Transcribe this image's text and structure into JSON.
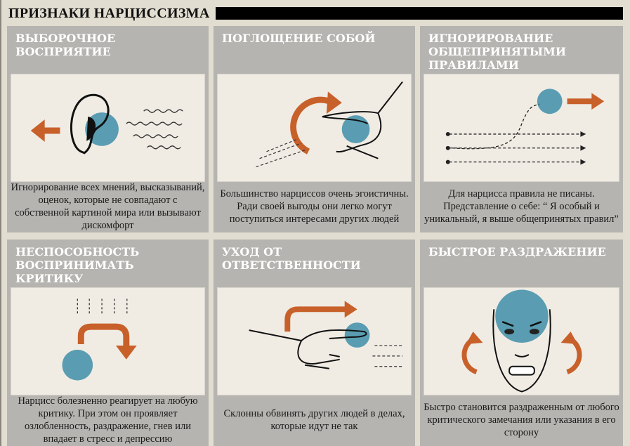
{
  "title": "ПРИЗНАКИ НАРЦИССИЗМА",
  "colors": {
    "accent": "#c8602a",
    "blue": "#5a9db2",
    "panel": "#b6b4b0"
  },
  "cards": [
    {
      "heading": "Выборочное восприятие",
      "text": "Игнорирование всех мнений, высказываний, оценок, которые не совпадают с собственной картиной мира или вызывают дискомфорт",
      "icon": "ear-icon"
    },
    {
      "heading": "Поглощение собой",
      "text": "Большинство нарциссов очень эгоистичны. Ради своей выгоды они легко могут поступиться интересами других людей",
      "icon": "hand-icon"
    },
    {
      "heading": "Игнорирование общепринятыми правилами",
      "text": "Для нарцисса правила не писаны. Представление о себе: “ Я особый и уникальный, я выше общепринятых правил”",
      "icon": "rules-icon"
    },
    {
      "heading": "Неспособность воспринимать критику",
      "text": "Нарцисс болезненно реагирует на любую критику. При этом он проявляет озлобленность, раздражение, гнев или впадает в стресс и депрессию",
      "icon": "deflect-icon"
    },
    {
      "heading": "Уход от ответственности",
      "text": "Склонны обвинять других людей в делах, которые идут не так",
      "icon": "pointing-hand-icon"
    },
    {
      "heading": "Быстрое раздражение",
      "text": "Быстро становится раздраженным от любого критического замечания или указания в его сторону",
      "icon": "angry-face-icon"
    }
  ]
}
